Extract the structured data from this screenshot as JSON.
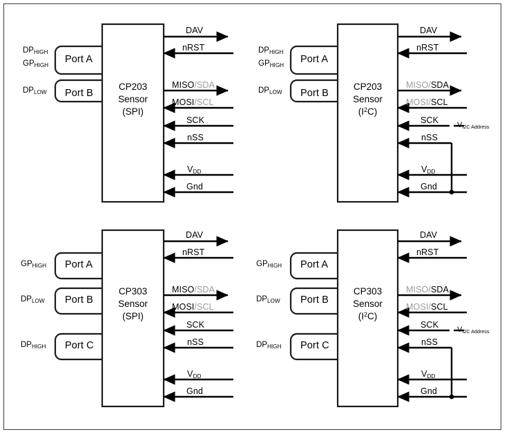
{
  "figure": {
    "title": "CP203 / CP303 sensor interface block diagram",
    "border_color": "#3a3a3a",
    "line_color": "#000000",
    "inactive_text_color": "#9a9a9a"
  },
  "blocks": [
    {
      "id": "cp203-spi",
      "chip_line1": "CP203",
      "chip_line2": "Sensor",
      "chip_line3_pre": "(SPI",
      "chip_line3_sup": "",
      "chip_line3_post": ")",
      "interface": "SPI",
      "ports": [
        {
          "name": "Port A",
          "tags": [
            "DP",
            "GP"
          ],
          "tag_subs": [
            "HIGH",
            "HIGH"
          ]
        },
        {
          "name": "Port B",
          "tags": [
            "DP"
          ],
          "tag_subs": [
            "LOW"
          ]
        }
      ],
      "signals": [
        {
          "name": "DAV",
          "dir": "out",
          "alt": "",
          "alt_active": false
        },
        {
          "name": "nRST",
          "dir": "in",
          "alt": "",
          "alt_active": false
        },
        {
          "name": "MISO",
          "dir": "out",
          "alt": "SDA",
          "alt_active": false
        },
        {
          "name": "MOSI",
          "dir": "in",
          "alt": "SCL",
          "alt_active": false
        },
        {
          "name": "SCK",
          "dir": "in",
          "alt": "",
          "alt_active": false
        },
        {
          "name": "nSS",
          "dir": "in",
          "alt": "",
          "alt_active": false
        },
        {
          "name": "VDD",
          "dir": "in",
          "alt": "",
          "alt_active": false
        },
        {
          "name": "Gnd",
          "dir": "in",
          "alt": "",
          "alt_active": false
        }
      ],
      "address_label": null,
      "nss_tied_to_gnd": false
    },
    {
      "id": "cp203-i2c",
      "chip_line1": "CP203",
      "chip_line2": "Sensor",
      "chip_line3_pre": "(I",
      "chip_line3_sup": "2",
      "chip_line3_post": "C)",
      "interface": "I2C",
      "ports": [
        {
          "name": "Port A",
          "tags": [
            "DP",
            "GP"
          ],
          "tag_subs": [
            "HIGH",
            "HIGH"
          ]
        },
        {
          "name": "Port B",
          "tags": [
            "DP"
          ],
          "tag_subs": [
            "LOW"
          ]
        }
      ],
      "signals": [
        {
          "name": "DAV",
          "dir": "out",
          "alt": "",
          "alt_active": false
        },
        {
          "name": "nRST",
          "dir": "in",
          "alt": "",
          "alt_active": false
        },
        {
          "name": "MISO",
          "dir": "out",
          "alt": "SDA",
          "alt_active": true
        },
        {
          "name": "MOSI",
          "dir": "in",
          "alt": "SCL",
          "alt_active": true
        },
        {
          "name": "SCK",
          "dir": "in",
          "alt": "",
          "alt_active": false
        },
        {
          "name": "nSS",
          "dir": "in",
          "alt": "",
          "alt_active": false
        },
        {
          "name": "VDD",
          "dir": "in",
          "alt": "",
          "alt_active": false
        },
        {
          "name": "Gnd",
          "dir": "in",
          "alt": "",
          "alt_active": false
        }
      ],
      "address_label": {
        "symbol": "V",
        "subscript": "I2C Address"
      },
      "nss_tied_to_gnd": true
    },
    {
      "id": "cp303-spi",
      "chip_line1": "CP303",
      "chip_line2": "Sensor",
      "chip_line3_pre": "(SPI",
      "chip_line3_sup": "",
      "chip_line3_post": ")",
      "interface": "SPI",
      "ports": [
        {
          "name": "Port A",
          "tags": [
            "GP"
          ],
          "tag_subs": [
            "HIGH"
          ]
        },
        {
          "name": "Port B",
          "tags": [
            "DP"
          ],
          "tag_subs": [
            "LOW"
          ]
        },
        {
          "name": "Port C",
          "tags": [
            "DP"
          ],
          "tag_subs": [
            "HIGH"
          ]
        }
      ],
      "signals": [
        {
          "name": "DAV",
          "dir": "out",
          "alt": "",
          "alt_active": false
        },
        {
          "name": "nRST",
          "dir": "in",
          "alt": "",
          "alt_active": false
        },
        {
          "name": "MISO",
          "dir": "out",
          "alt": "SDA",
          "alt_active": false
        },
        {
          "name": "MOSI",
          "dir": "in",
          "alt": "SCL",
          "alt_active": false
        },
        {
          "name": "SCK",
          "dir": "in",
          "alt": "",
          "alt_active": false
        },
        {
          "name": "nSS",
          "dir": "in",
          "alt": "",
          "alt_active": false
        },
        {
          "name": "VDD",
          "dir": "in",
          "alt": "",
          "alt_active": false
        },
        {
          "name": "Gnd",
          "dir": "in",
          "alt": "",
          "alt_active": false
        }
      ],
      "address_label": null,
      "nss_tied_to_gnd": false
    },
    {
      "id": "cp303-i2c",
      "chip_line1": "CP303",
      "chip_line2": "Sensor",
      "chip_line3_pre": "(I",
      "chip_line3_sup": "2",
      "chip_line3_post": "C)",
      "interface": "I2C",
      "ports": [
        {
          "name": "Port A",
          "tags": [
            "GP"
          ],
          "tag_subs": [
            "HIGH"
          ]
        },
        {
          "name": "Port B",
          "tags": [
            "DP"
          ],
          "tag_subs": [
            "LOW"
          ]
        },
        {
          "name": "Port C",
          "tags": [
            "DP"
          ],
          "tag_subs": [
            "HIGH"
          ]
        }
      ],
      "signals": [
        {
          "name": "DAV",
          "dir": "out",
          "alt": "",
          "alt_active": false
        },
        {
          "name": "nRST",
          "dir": "in",
          "alt": "",
          "alt_active": false
        },
        {
          "name": "MISO",
          "dir": "out",
          "alt": "SDA",
          "alt_active": true
        },
        {
          "name": "MOSI",
          "dir": "in",
          "alt": "SCL",
          "alt_active": true
        },
        {
          "name": "SCK",
          "dir": "in",
          "alt": "",
          "alt_active": false
        },
        {
          "name": "nSS",
          "dir": "in",
          "alt": "",
          "alt_active": false
        },
        {
          "name": "VDD",
          "dir": "in",
          "alt": "",
          "alt_active": false
        },
        {
          "name": "Gnd",
          "dir": "in",
          "alt": "",
          "alt_active": false
        }
      ],
      "address_label": {
        "symbol": "V",
        "subscript": "I2C Address"
      },
      "nss_tied_to_gnd": true
    }
  ],
  "text": {
    "vdd_symbol": "V",
    "vdd_sub": "DD",
    "gnd": "Gnd",
    "dav": "DAV",
    "nrst": "nRST",
    "sck": "SCK",
    "nss": "nSS",
    "slash": "/"
  }
}
